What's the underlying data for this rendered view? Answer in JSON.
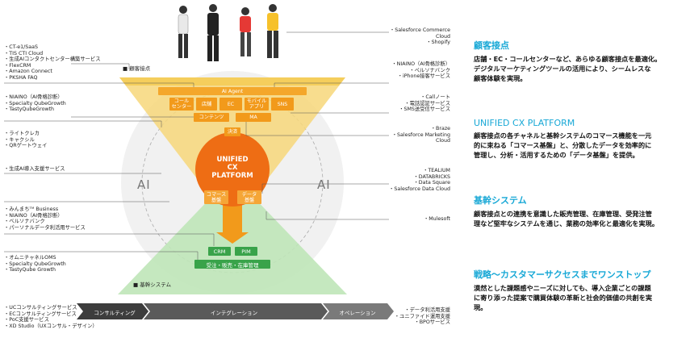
{
  "left_groups": [
    {
      "id": "g1",
      "items": [
        "CT-e1/SaaS",
        "TIS CTI Cloud",
        "生成AIコンタクトセンター構築サービス",
        "FlexCRM",
        "Amazon Connect",
        "PKSHA FAQ"
      ]
    },
    {
      "id": "g2",
      "items": [
        "NIAINO（AI骨格診断）",
        "Specialty QubeGrowth",
        "TastyQubeGrowth"
      ]
    },
    {
      "id": "g3",
      "items": [
        "ライトクレカ",
        "キャクシル",
        "QRゲートウェイ"
      ]
    },
    {
      "id": "g4",
      "items": [
        "生成AI導入支援サービス"
      ]
    },
    {
      "id": "g5",
      "items": [
        "みんまちᵀᴹ Business",
        "NIAINO（AI骨格診断）",
        "ベルソナバンク",
        "パーソナルデータ利活用サービス"
      ]
    },
    {
      "id": "g6",
      "items": [
        "オムニチャネルOMS",
        "Specialty QubeGrowth",
        "TastyQube Growth"
      ]
    },
    {
      "id": "g7",
      "items": [
        "UCコンサルティングサービス",
        "ECコンサルティングサービス",
        "PoC支援サービス",
        "XD Studio（UXコンサル・デザイン）"
      ]
    }
  ],
  "right_groups": [
    {
      "id": "r1",
      "items": [
        "Salesforce Commerce",
        "Cloud",
        "Shopify"
      ]
    },
    {
      "id": "r2",
      "items": [
        "NIAINO（AI骨格診断）",
        "ペルソナバンク",
        "iPhone接客サービス"
      ]
    },
    {
      "id": "r3",
      "items": [
        "Callノート",
        "電話認証サービス",
        "SMS送受信サービス"
      ]
    },
    {
      "id": "r4",
      "items": [
        "Braze",
        "Salesforce Marketing",
        "Cloud"
      ]
    },
    {
      "id": "r5",
      "items": [
        "TEALIUM",
        "DATABRICKS",
        "Data Square",
        "Salesforce Data Cloud"
      ]
    },
    {
      "id": "r6",
      "items": [
        "Mulesoft"
      ]
    },
    {
      "id": "r7",
      "items": [
        "データ利活用支援",
        "ユニファイド運用支援",
        "BPOサービス"
      ]
    }
  ],
  "diagram": {
    "top_label": "顧客接点",
    "bottom_label": "基幹システム",
    "ai_agent": "AI Agent",
    "touchpoints": [
      "コール\nセンター",
      "店舗",
      "EC",
      "モバイル\nアプリ",
      "SNS"
    ],
    "contents": "コンテンツ",
    "ma": "MA",
    "payment": "決済",
    "core_title": [
      "UNIFIED",
      "CX",
      "PLATFORM"
    ],
    "commerce_base": "コマース\n基盤",
    "data_base": "データ\n基盤",
    "crm": "CRM",
    "pim": "PIM",
    "order": "受注・販売・在庫管理",
    "ai_left": "AI",
    "ai_right": "AI",
    "phases": [
      "コンサルティング",
      "インテグレーション",
      "オペレーション"
    ]
  },
  "sections": [
    {
      "heading": "顧客接点",
      "body": [
        "店舗・EC・コールセンターなど、あらゆる顧客接点を最適化。",
        "デジタルマーケティングツールの活用により、シームレスな",
        "顧客体験を実現。"
      ]
    },
    {
      "heading": "UNIFIED CX PLATFORM",
      "body": [
        "顧客接点の各チャネルと基幹システムのコマース機能を一元",
        "的に束ねる「コマース基盤」と、分散したデータを効率的に",
        "管理し、分析・活用するための「データ基盤」を提供。"
      ]
    },
    {
      "heading": "基幹システム",
      "body": [
        "顧客接点との連携を意識した販売管理、在庫管理、受発注管",
        "理など堅牢なシステムを通じ、業務の効率化と最適化を実現。"
      ]
    },
    {
      "heading": "戦略〜カスタマーサクセスまでワンストップ",
      "body": [
        "漠然とした課題感やニーズに対しても、導入企業ごとの課題",
        "に寄り添った提案で購買体験の革新と社会的価値の共創を実",
        "現。"
      ]
    }
  ],
  "colors": {
    "accent": "#18a8d6",
    "orange": "#f29a1b",
    "orange_dark": "#e86a10",
    "green": "#39a34a",
    "yellow_band": "#f7d77a",
    "green_band": "#bfe6b8"
  }
}
